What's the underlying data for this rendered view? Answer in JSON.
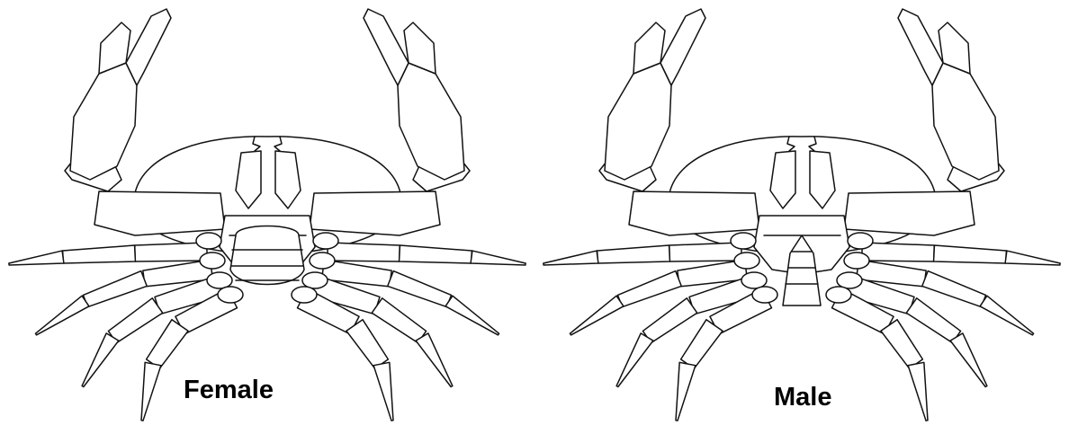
{
  "figure": {
    "panels": [
      {
        "caption": "Female",
        "abdomen_shape": "broad-rounded"
      },
      {
        "caption": "Male",
        "abdomen_shape": "narrow-triangular"
      }
    ],
    "colors": {
      "line": "#111111",
      "background": "#ffffff",
      "label": "#000000"
    }
  }
}
